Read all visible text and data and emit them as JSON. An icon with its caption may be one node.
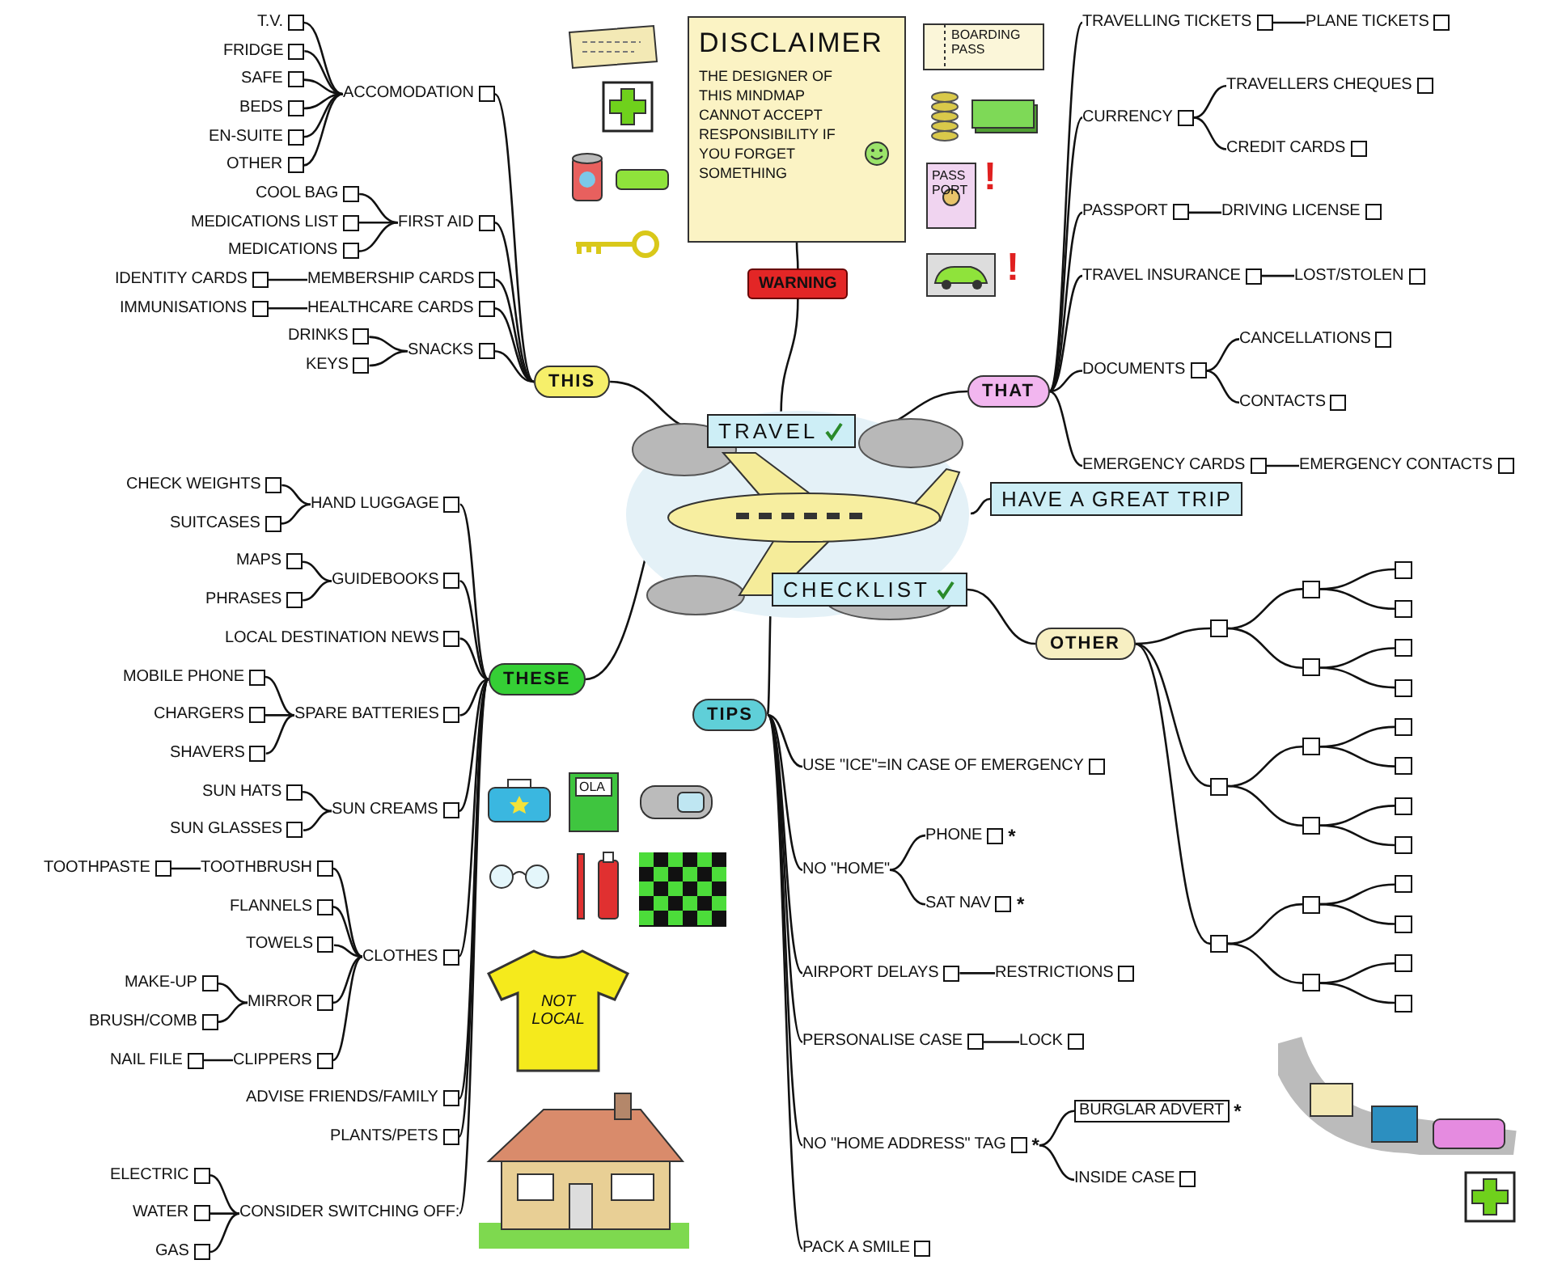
{
  "diagram": {
    "nodes": [
      {
        "text": [],
        "shape": "picture"
      },
      {
        "text": [
          "TRAVEL"
        ],
        "in": 0
      },
      {
        "text": [
          "CHECKLIST"
        ],
        "in": 0
      },
      {
        "text": [
          "WARNING"
        ]
      },
      {
        "text": [
          "DISCLAIMER",
          "THE DESIGNER OF THIS MINDMAP CANNOT ACCEPT RESPONSIBILITY IF YOU FORGET SOMETHING"
        ]
      },
      {
        "text": [
          "HAVE A GREAT TRIP"
        ]
      },
      {
        "text": [
          "THIS"
        ]
      },
      {
        "text": [
          "ACCOMODATION"
        ]
      },
      {
        "text": [
          "T.V."
        ]
      },
      {
        "text": [
          "FRIDGE"
        ]
      },
      {
        "text": [
          "SAFE"
        ]
      },
      {
        "text": [
          "BEDS"
        ]
      },
      {
        "text": [
          "EN-SUITE"
        ]
      },
      {
        "text": [
          "OTHER"
        ]
      },
      {
        "text": [
          "FIRST AID"
        ]
      },
      {
        "text": [
          "COOL BAG"
        ]
      },
      {
        "text": [
          "MEDICATIONS LIST"
        ]
      },
      {
        "text": [
          "MEDICATIONS"
        ]
      },
      {
        "text": [
          "MEMBERSHIP CARDS"
        ]
      },
      {
        "text": [
          "IDENTITY CARDS"
        ]
      },
      {
        "text": [
          "HEALTHCARE CARDS"
        ]
      },
      {
        "text": [
          "IMMUNISATIONS"
        ]
      },
      {
        "text": [
          "SNACKS"
        ]
      },
      {
        "text": [
          "DRINKS"
        ]
      },
      {
        "text": [
          "KEYS"
        ]
      },
      {
        "text": [
          "THAT"
        ]
      },
      {
        "text": [
          "TRAVELLING TICKETS"
        ]
      },
      {
        "text": [
          "PLANE TICKETS"
        ]
      },
      {
        "text": [
          "CURRENCY"
        ]
      },
      {
        "text": [
          "TRAVELLERS CHEQUES"
        ]
      },
      {
        "text": [
          "CREDIT CARDS"
        ]
      },
      {
        "text": [
          "PASSPORT"
        ]
      },
      {
        "text": [
          "DRIVING LICENSE"
        ]
      },
      {
        "text": [
          "TRAVEL INSURANCE"
        ]
      },
      {
        "text": [
          "LOST/STOLEN"
        ]
      },
      {
        "text": [
          "DOCUMENTS"
        ]
      },
      {
        "text": [
          "CANCELLATIONS"
        ]
      },
      {
        "text": [
          "CONTACTS"
        ]
      },
      {
        "text": [
          "EMERGENCY CARDS"
        ]
      },
      {
        "text": [
          "EMERGENCY CONTACTS"
        ]
      },
      {
        "text": [
          "THESE"
        ]
      },
      {
        "text": [
          "HAND LUGGAGE"
        ]
      },
      {
        "text": [
          "CHECK WEIGHTS"
        ]
      },
      {
        "text": [
          "SUITCASES"
        ]
      },
      {
        "text": [
          "GUIDEBOOKS"
        ]
      },
      {
        "text": [
          "MAPS"
        ]
      },
      {
        "text": [
          "PHRASES"
        ]
      },
      {
        "text": [
          "LOCAL DESTINATION NEWS"
        ]
      },
      {
        "text": [
          "SPARE BATTERIES"
        ]
      },
      {
        "text": [
          "MOBILE PHONE"
        ]
      },
      {
        "text": [
          "CHARGERS"
        ]
      },
      {
        "text": [
          "SHAVERS"
        ]
      },
      {
        "text": [
          "SUN CREAMS"
        ]
      },
      {
        "text": [
          "SUN HATS"
        ]
      },
      {
        "text": [
          "SUN GLASSES"
        ]
      },
      {
        "text": [
          "CLOTHES"
        ]
      },
      {
        "text": [
          "TOOTHBRUSH"
        ]
      },
      {
        "text": [
          "TOOTHPASTE"
        ]
      },
      {
        "text": [
          "FLANNELS"
        ]
      },
      {
        "text": [
          "TOWELS"
        ]
      },
      {
        "text": [
          "MIRROR"
        ]
      },
      {
        "text": [
          "MAKE-UP"
        ]
      },
      {
        "text": [
          "BRUSH/COMB"
        ]
      },
      {
        "text": [
          "CLIPPERS"
        ]
      },
      {
        "text": [
          "NAIL FILE"
        ]
      },
      {
        "text": [
          "ADVISE FRIENDS/FAMILY"
        ]
      },
      {
        "text": [
          "PLANTS/PETS"
        ]
      },
      {
        "text": [
          "CONSIDER SWITCHING OFF:"
        ]
      },
      {
        "text": [
          "ELECTRIC"
        ]
      },
      {
        "text": [
          "WATER"
        ]
      },
      {
        "text": [
          "GAS"
        ]
      },
      {
        "text": [
          "TIPS"
        ]
      },
      {
        "text": [
          "USE \"ICE\"=IN CASE OF EMERGENCY"
        ]
      },
      {
        "text": [
          "NO \"HOME\""
        ]
      },
      {
        "text": [
          "PHONE"
        ],
        "beside": [
          "*"
        ]
      },
      {
        "text": [
          "SAT NAV"
        ],
        "beside": [
          "*"
        ]
      },
      {
        "text": [
          "AIRPORT DELAYS"
        ]
      },
      {
        "text": [
          "RESTRICTIONS"
        ]
      },
      {
        "text": [
          "PERSONALISE CASE"
        ]
      },
      {
        "text": [
          "LOCK"
        ]
      },
      {
        "text": [
          "NO \"HOME ADDRESS\" TAG"
        ],
        "beside": [
          "*"
        ]
      },
      {
        "text": [
          "BURGLAR ADVERT"
        ],
        "beside": [
          "*"
        ]
      },
      {
        "text": [
          "INSIDE CASE"
        ]
      },
      {
        "text": [
          "PACK A SMILE"
        ]
      },
      {
        "text": [
          "OTHER"
        ]
      },
      {
        "text": [],
        "shape": "box"
      },
      {
        "text": [],
        "shape": "box"
      },
      {
        "text": [],
        "shape": "box"
      },
      {
        "text": [],
        "shape": "box"
      },
      {
        "text": [],
        "shape": "box"
      },
      {
        "text": [],
        "shape": "box"
      },
      {
        "text": [],
        "shape": "box"
      },
      {
        "text": [],
        "shape": "box"
      },
      {
        "text": [],
        "shape": "box"
      },
      {
        "text": [],
        "shape": "box"
      },
      {
        "text": [],
        "shape": "box"
      },
      {
        "text": [],
        "shape": "box"
      },
      {
        "text": [],
        "shape": "box"
      },
      {
        "text": [],
        "shape": "box"
      },
      {
        "text": [],
        "shape": "box"
      },
      {
        "text": [],
        "shape": "box"
      },
      {
        "text": [],
        "shape": "box"
      },
      {
        "text": [],
        "shape": "box"
      },
      {
        "text": [],
        "shape": "box"
      },
      {
        "text": [],
        "shape": "box"
      },
      {
        "text": [],
        "shape": "box"
      }
    ],
    "edges": [
      {
        "from": 0,
        "to": 5,
        "arrow": "none"
      },
      {
        "from": 1,
        "to": 3,
        "arrow": "none"
      },
      {
        "from": 3,
        "to": 4,
        "arrow": "none"
      },
      {
        "from": 1,
        "to": 6,
        "arrow": "none"
      },
      {
        "from": 1,
        "to": 25,
        "arrow": "none"
      },
      {
        "from": 1,
        "to": 40,
        "arrow": "none"
      },
      {
        "from": 2,
        "to": 71,
        "arrow": "none"
      },
      {
        "from": 2,
        "to": 84,
        "arrow": "none"
      },
      {
        "from": 6,
        "to": 7,
        "arrow": "none"
      },
      {
        "from": 7,
        "to": 8,
        "arrow": "none"
      },
      {
        "from": 7,
        "to": 9,
        "arrow": "none"
      },
      {
        "from": 7,
        "to": 10,
        "arrow": "none"
      },
      {
        "from": 7,
        "to": 11,
        "arrow": "none"
      },
      {
        "from": 7,
        "to": 12,
        "arrow": "none"
      },
      {
        "from": 7,
        "to": 13,
        "arrow": "none"
      },
      {
        "from": 6,
        "to": 14,
        "arrow": "none"
      },
      {
        "from": 14,
        "to": 15,
        "arrow": "none"
      },
      {
        "from": 14,
        "to": 16,
        "arrow": "none"
      },
      {
        "from": 14,
        "to": 17,
        "arrow": "none"
      },
      {
        "from": 6,
        "to": 18,
        "arrow": "none"
      },
      {
        "from": 18,
        "to": 19,
        "arrow": "none"
      },
      {
        "from": 6,
        "to": 20,
        "arrow": "none"
      },
      {
        "from": 20,
        "to": 21,
        "arrow": "none"
      },
      {
        "from": 6,
        "to": 22,
        "arrow": "none"
      },
      {
        "from": 22,
        "to": 23,
        "arrow": "none"
      },
      {
        "from": 22,
        "to": 24,
        "arrow": "none"
      },
      {
        "from": 25,
        "to": 26,
        "arrow": "none"
      },
      {
        "from": 26,
        "to": 27,
        "arrow": "none"
      },
      {
        "from": 25,
        "to": 28,
        "arrow": "none"
      },
      {
        "from": 28,
        "to": 29,
        "arrow": "none"
      },
      {
        "from": 28,
        "to": 30,
        "arrow": "none"
      },
      {
        "from": 25,
        "to": 31,
        "arrow": "none"
      },
      {
        "from": 31,
        "to": 32,
        "arrow": "none"
      },
      {
        "from": 25,
        "to": 33,
        "arrow": "none"
      },
      {
        "from": 33,
        "to": 34,
        "arrow": "none"
      },
      {
        "from": 25,
        "to": 35,
        "arrow": "none"
      },
      {
        "from": 35,
        "to": 36,
        "arrow": "none"
      },
      {
        "from": 35,
        "to": 37,
        "arrow": "none"
      },
      {
        "from": 25,
        "to": 38,
        "arrow": "none"
      },
      {
        "from": 38,
        "to": 39,
        "arrow": "none"
      },
      {
        "from": 40,
        "to": 41,
        "arrow": "none"
      },
      {
        "from": 41,
        "to": 42,
        "arrow": "none"
      },
      {
        "from": 41,
        "to": 43,
        "arrow": "none"
      },
      {
        "from": 40,
        "to": 44,
        "arrow": "none"
      },
      {
        "from": 44,
        "to": 45,
        "arrow": "none"
      },
      {
        "from": 44,
        "to": 46,
        "arrow": "none"
      },
      {
        "from": 40,
        "to": 47,
        "arrow": "none"
      },
      {
        "from": 40,
        "to": 48,
        "arrow": "none"
      },
      {
        "from": 48,
        "to": 49,
        "arrow": "none"
      },
      {
        "from": 48,
        "to": 50,
        "arrow": "none"
      },
      {
        "from": 48,
        "to": 51,
        "arrow": "none"
      },
      {
        "from": 40,
        "to": 52,
        "arrow": "none"
      },
      {
        "from": 52,
        "to": 53,
        "arrow": "none"
      },
      {
        "from": 52,
        "to": 54,
        "arrow": "none"
      },
      {
        "from": 40,
        "to": 55,
        "arrow": "none"
      },
      {
        "from": 55,
        "to": 56,
        "arrow": "none"
      },
      {
        "from": 56,
        "to": 57,
        "arrow": "none"
      },
      {
        "from": 55,
        "to": 58,
        "arrow": "none"
      },
      {
        "from": 55,
        "to": 59,
        "arrow": "none"
      },
      {
        "from": 55,
        "to": 60,
        "arrow": "none"
      },
      {
        "from": 60,
        "to": 61,
        "arrow": "none"
      },
      {
        "from": 60,
        "to": 62,
        "arrow": "none"
      },
      {
        "from": 55,
        "to": 63,
        "arrow": "none"
      },
      {
        "from": 63,
        "to": 64,
        "arrow": "none"
      },
      {
        "from": 40,
        "to": 65,
        "arrow": "none"
      },
      {
        "from": 40,
        "to": 66,
        "arrow": "none"
      },
      {
        "from": 40,
        "to": 67,
        "arrow": "none"
      },
      {
        "from": 67,
        "to": 68,
        "arrow": "none"
      },
      {
        "from": 67,
        "to": 69,
        "arrow": "none"
      },
      {
        "from": 67,
        "to": 70,
        "arrow": "none"
      },
      {
        "from": 71,
        "to": 72,
        "arrow": "none"
      },
      {
        "from": 71,
        "to": 73,
        "arrow": "none"
      },
      {
        "from": 73,
        "to": 74,
        "arrow": "none"
      },
      {
        "from": 73,
        "to": 75,
        "arrow": "none"
      },
      {
        "from": 71,
        "to": 76,
        "arrow": "none"
      },
      {
        "from": 76,
        "to": 77,
        "arrow": "none"
      },
      {
        "from": 71,
        "to": 78,
        "arrow": "none"
      },
      {
        "from": 78,
        "to": 79,
        "arrow": "none"
      },
      {
        "from": 71,
        "to": 80,
        "arrow": "none"
      },
      {
        "from": 80,
        "to": 81,
        "arrow": "none"
      },
      {
        "from": 80,
        "to": 82,
        "arrow": "none"
      },
      {
        "from": 71,
        "to": 83,
        "arrow": "none"
      },
      {
        "from": 84,
        "to": 85,
        "arrow": "none"
      },
      {
        "from": 85,
        "to": 86,
        "arrow": "none"
      },
      {
        "from": 86,
        "to": 87,
        "arrow": "none"
      },
      {
        "from": 86,
        "to": 88,
        "arrow": "none"
      },
      {
        "from": 85,
        "to": 89,
        "arrow": "none"
      },
      {
        "from": 89,
        "to": 90,
        "arrow": "none"
      },
      {
        "from": 89,
        "to": 91,
        "arrow": "none"
      },
      {
        "from": 84,
        "to": 92,
        "arrow": "none"
      },
      {
        "from": 92,
        "to": 93,
        "arrow": "none"
      },
      {
        "from": 93,
        "to": 94,
        "arrow": "none"
      },
      {
        "from": 93,
        "to": 95,
        "arrow": "none"
      },
      {
        "from": 92,
        "to": 96,
        "arrow": "none"
      },
      {
        "from": 96,
        "to": 97,
        "arrow": "none"
      },
      {
        "from": 96,
        "to": 98,
        "arrow": "none"
      },
      {
        "from": 84,
        "to": 99,
        "arrow": "none"
      },
      {
        "from": 99,
        "to": 100,
        "arrow": "none"
      },
      {
        "from": 100,
        "to": 101,
        "arrow": "none"
      },
      {
        "from": 100,
        "to": 102,
        "arrow": "none"
      },
      {
        "from": 99,
        "to": 103,
        "arrow": "none"
      },
      {
        "from": 103,
        "to": 104,
        "arrow": "none"
      },
      {
        "from": 103,
        "to": 105,
        "arrow": "none"
      }
    ],
    "labels": [
      "BOARDING PASS",
      "PASS PORT",
      "!",
      "!",
      "OLA",
      "NOT LOCAL"
    ]
  }
}
